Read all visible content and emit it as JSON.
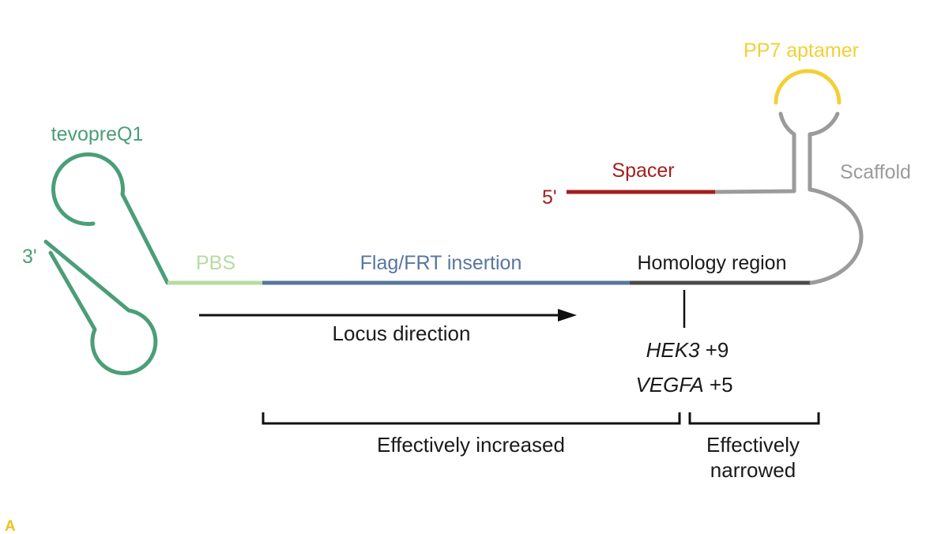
{
  "labels": {
    "tevopreq1": "tevopreQ1",
    "three_prime": "3'",
    "five_prime": "5'",
    "pbs": "PBS",
    "flag_frt": "Flag/FRT insertion",
    "homology": "Homology region",
    "spacer": "Spacer",
    "scaffold": "Scaffold",
    "pp7": "PP7 aptamer",
    "locus_direction": "Locus direction",
    "hek3_gene": "HEK3",
    "hek3_pos": " +9",
    "vegfa_gene": "VEGFA",
    "vegfa_pos": " +5",
    "increased": "Effectively increased",
    "narrowed_line1": "Effectively",
    "narrowed_line2": "narrowed",
    "corner": "A"
  },
  "colors": {
    "tevopreq1": "#4a9e78",
    "pbs": "#b6dca0",
    "flag_frt": "#56769f",
    "homology": "#4a4a4a",
    "spacer": "#a31f1f",
    "scaffold": "#9b9b9b",
    "pp7": "#f2d035",
    "text": "#1a1a1a",
    "corner": "#f0c21e"
  }
}
